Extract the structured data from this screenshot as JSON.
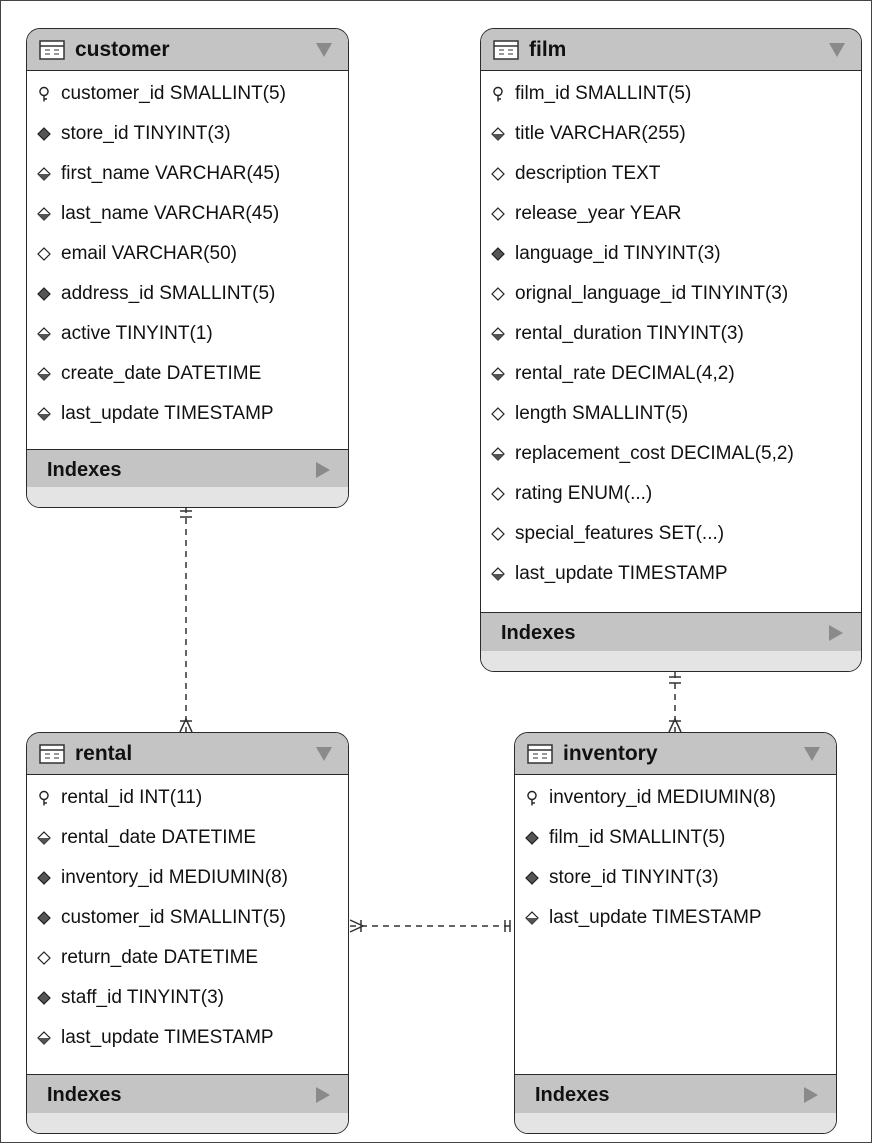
{
  "tables": {
    "customer": {
      "name": "customer",
      "columns": [
        {
          "text": "customer_id SMALLINT(5)",
          "icon": "key-icon"
        },
        {
          "text": "store_id TINYINT(3)",
          "icon": "filled-diamond-icon"
        },
        {
          "text": "first_name VARCHAR(45)",
          "icon": "half-diamond-icon"
        },
        {
          "text": "last_name VARCHAR(45)",
          "icon": "half-diamond-icon"
        },
        {
          "text": "email VARCHAR(50)",
          "icon": "empty-diamond-icon"
        },
        {
          "text": "address_id SMALLINT(5)",
          "icon": "filled-diamond-icon"
        },
        {
          "text": "active TINYINT(1)",
          "icon": "half-diamond-icon"
        },
        {
          "text": "create_date DATETIME",
          "icon": "half-diamond-icon"
        },
        {
          "text": "last_update TIMESTAMP",
          "icon": "half-diamond-icon"
        }
      ],
      "indexes_label": "Indexes"
    },
    "film": {
      "name": "film",
      "columns": [
        {
          "text": "film_id SMALLINT(5)",
          "icon": "key-icon"
        },
        {
          "text": "title VARCHAR(255)",
          "icon": "half-diamond-icon"
        },
        {
          "text": "description TEXT",
          "icon": "empty-diamond-icon"
        },
        {
          "text": "release_year YEAR",
          "icon": "empty-diamond-icon"
        },
        {
          "text": "language_id TINYINT(3)",
          "icon": "filled-diamond-icon"
        },
        {
          "text": "orignal_language_id TINYINT(3)",
          "icon": "empty-diamond-icon"
        },
        {
          "text": "rental_duration TINYINT(3)",
          "icon": "half-diamond-icon"
        },
        {
          "text": "rental_rate DECIMAL(4,2)",
          "icon": "half-diamond-icon"
        },
        {
          "text": "length SMALLINT(5)",
          "icon": "empty-diamond-icon"
        },
        {
          "text": "replacement_cost DECIMAL(5,2)",
          "icon": "half-diamond-icon"
        },
        {
          "text": "rating ENUM(...)",
          "icon": "empty-diamond-icon"
        },
        {
          "text": "special_features SET(...)",
          "icon": "empty-diamond-icon"
        },
        {
          "text": "last_update TIMESTAMP",
          "icon": "half-diamond-icon"
        }
      ],
      "indexes_label": "Indexes"
    },
    "rental": {
      "name": "rental",
      "columns": [
        {
          "text": "rental_id INT(11)",
          "icon": "key-icon"
        },
        {
          "text": "rental_date DATETIME",
          "icon": "half-diamond-icon"
        },
        {
          "text": "inventory_id MEDIUMIN(8)",
          "icon": "filled-diamond-icon"
        },
        {
          "text": "customer_id SMALLINT(5)",
          "icon": "filled-diamond-icon"
        },
        {
          "text": "return_date DATETIME",
          "icon": "empty-diamond-icon"
        },
        {
          "text": "staff_id TINYINT(3)",
          "icon": "filled-diamond-icon"
        },
        {
          "text": "last_update TIMESTAMP",
          "icon": "half-diamond-icon"
        }
      ],
      "indexes_label": "Indexes"
    },
    "inventory": {
      "name": "inventory",
      "columns": [
        {
          "text": "inventory_id MEDIUMIN(8)",
          "icon": "key-icon"
        },
        {
          "text": "film_id SMALLINT(5)",
          "icon": "filled-diamond-icon"
        },
        {
          "text": "store_id TINYINT(3)",
          "icon": "filled-diamond-icon"
        },
        {
          "text": "last_update TIMESTAMP",
          "icon": "half-diamond-icon"
        }
      ],
      "indexes_label": "Indexes"
    }
  },
  "relationships": [
    {
      "from": "customer",
      "to": "rental",
      "type": "one-to-many"
    },
    {
      "from": "film",
      "to": "inventory",
      "type": "one-to-many"
    },
    {
      "from": "inventory",
      "to": "rental",
      "type": "one-to-many"
    }
  ],
  "colors": {
    "header": "#c4c4c4",
    "footer": "#e4e4e4",
    "border": "#2a2a2a",
    "line": "#333333"
  }
}
